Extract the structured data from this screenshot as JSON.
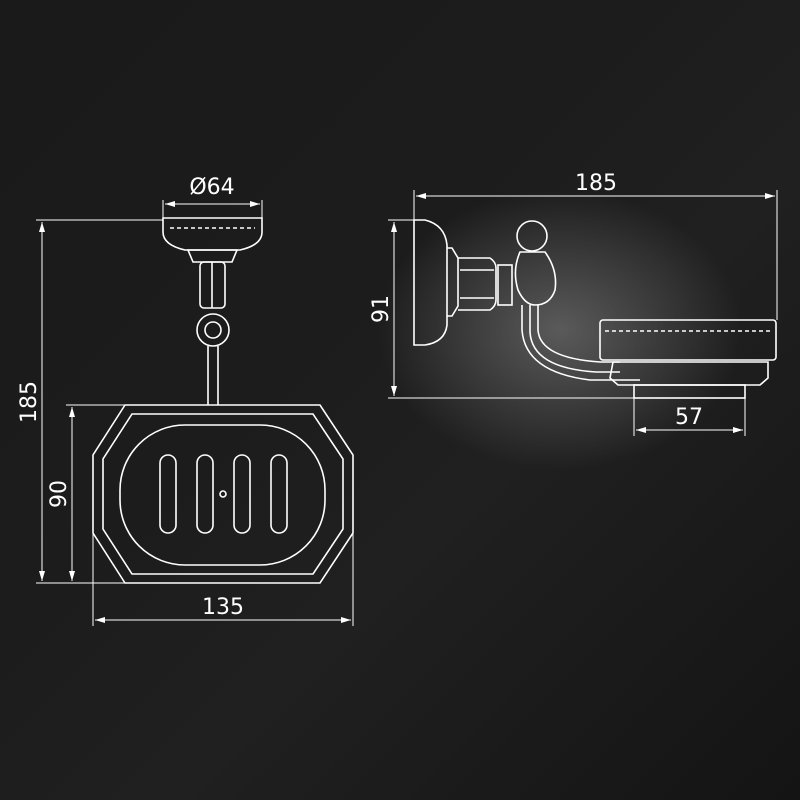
{
  "front_view": {
    "diameter_label": "Ø64",
    "height_label": "185",
    "dish_height_label": "90",
    "width_label": "135"
  },
  "side_view": {
    "depth_label": "185",
    "height_label": "91",
    "base_label": "57"
  },
  "colors": {
    "line": "#ffffff",
    "background": "#141414"
  }
}
